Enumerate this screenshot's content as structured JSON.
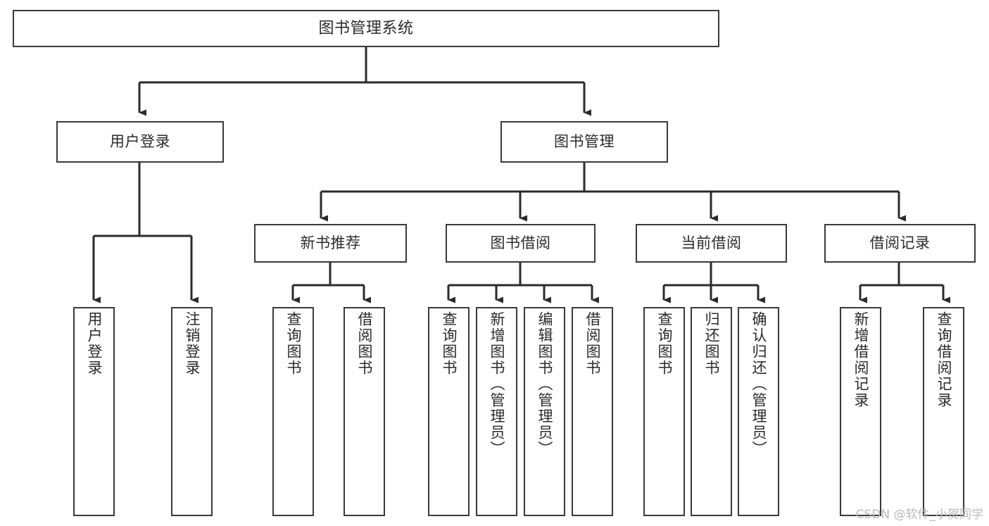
{
  "diagram": {
    "title": "图书管理系统",
    "type": "tree-hierarchy-chart",
    "watermark": "CSDN @软件_小贺同学",
    "colors": {
      "background": "#ffffff",
      "box_border": "#3a3a3a",
      "box_fill": "#ffffff",
      "connector": "#2b2b2b",
      "text": "#2b2b2b",
      "watermark": "#b9b9b9"
    },
    "root": {
      "id": "root",
      "label": "图书管理系统"
    },
    "level2": [
      {
        "id": "user-login",
        "label": "用户登录"
      },
      {
        "id": "book-management",
        "label": "图书管理"
      }
    ],
    "level3": [
      {
        "id": "new-book-recommend",
        "label": "新书推荐",
        "parent": "book-management"
      },
      {
        "id": "book-borrow",
        "label": "图书借阅",
        "parent": "book-management"
      },
      {
        "id": "current-borrow",
        "label": "当前借阅",
        "parent": "book-management"
      },
      {
        "id": "borrow-record",
        "label": "借阅记录",
        "parent": "book-management"
      }
    ],
    "leaves": {
      "user_login": [
        {
          "id": "leaf-user-login",
          "label": "用户登录"
        },
        {
          "id": "leaf-logout-login",
          "label": "注销登录"
        }
      ],
      "new_book_recommend": [
        {
          "id": "leaf-query-book-1",
          "label": "查询图书"
        },
        {
          "id": "leaf-borrow-book-1",
          "label": "借阅图书"
        }
      ],
      "book_borrow": [
        {
          "id": "leaf-query-book-2",
          "label": "查询图书"
        },
        {
          "id": "leaf-add-book",
          "label": "新增图书（管理员）"
        },
        {
          "id": "leaf-edit-book",
          "label": "编辑图书（管理员）"
        },
        {
          "id": "leaf-borrow-book-2",
          "label": "借阅图书"
        }
      ],
      "current_borrow": [
        {
          "id": "leaf-query-book-3",
          "label": "查询图书"
        },
        {
          "id": "leaf-return-book",
          "label": "归还图书"
        },
        {
          "id": "leaf-confirm-return",
          "label": "确认归还（管理员）"
        }
      ],
      "borrow_record": [
        {
          "id": "leaf-add-record",
          "label": "新增借阅记录"
        },
        {
          "id": "leaf-query-record",
          "label": "查询借阅记录"
        }
      ]
    }
  }
}
